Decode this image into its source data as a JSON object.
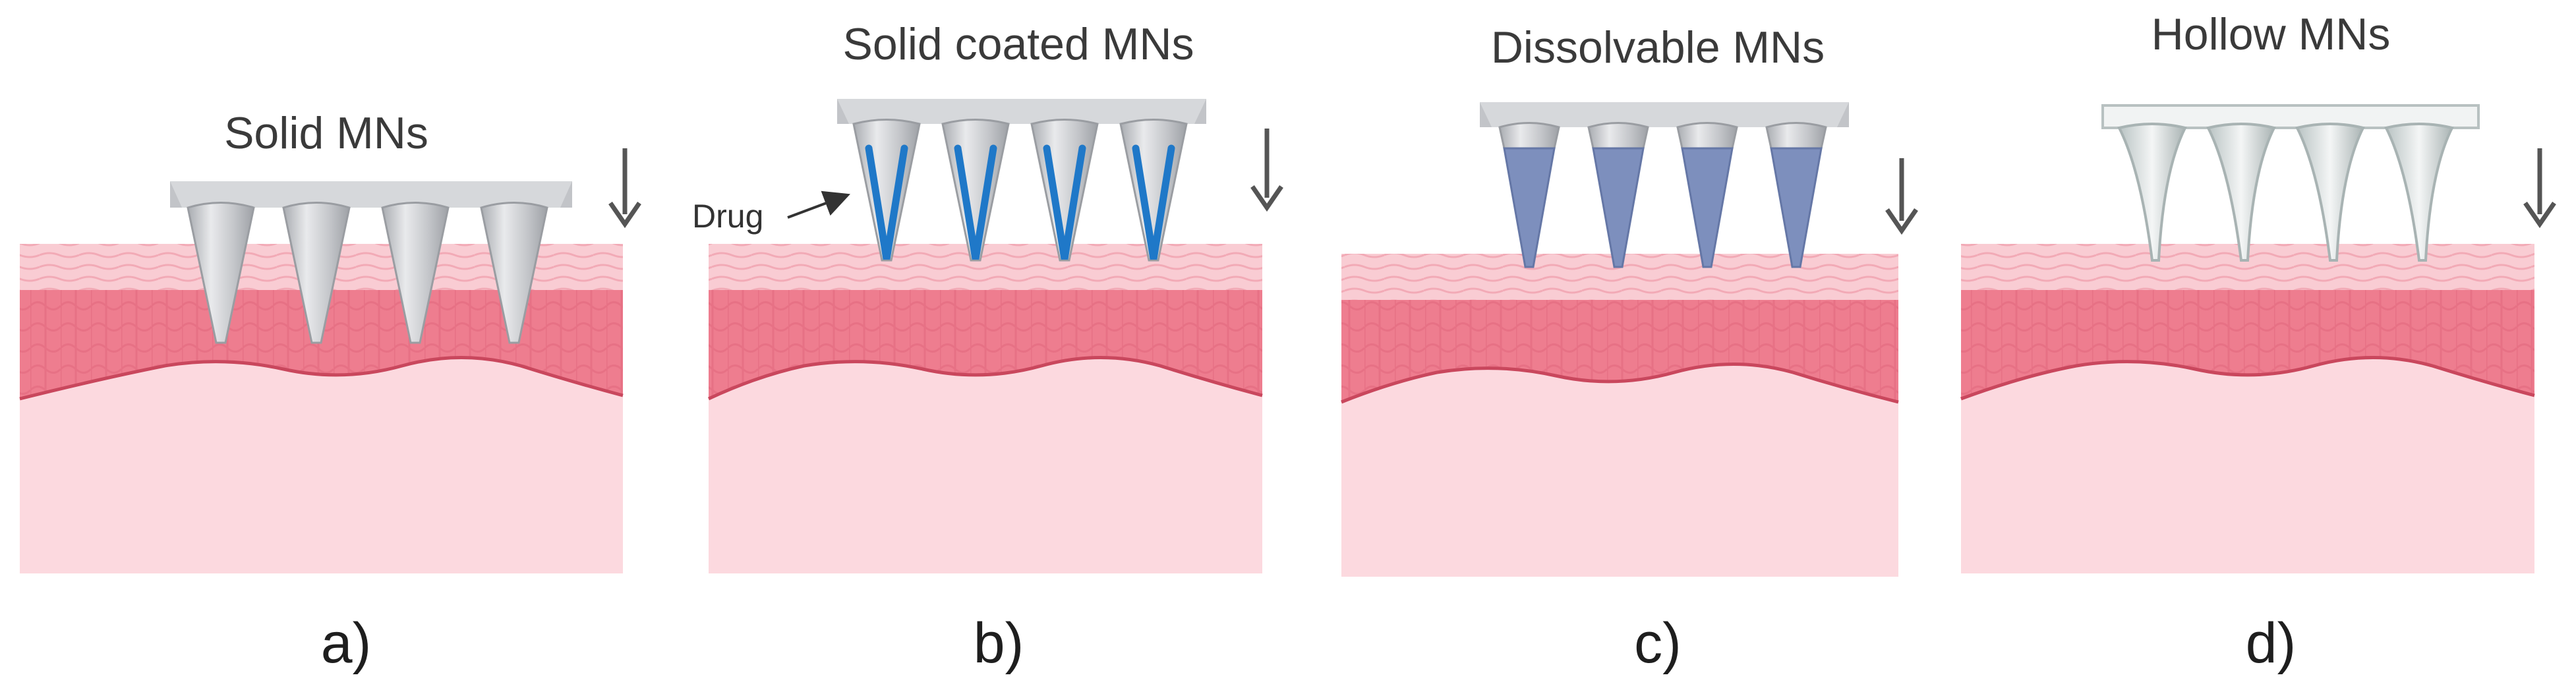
{
  "figure": {
    "panels": [
      {
        "id": "a",
        "title": "Solid MNs",
        "letter": "a)",
        "needle_type": "solid"
      },
      {
        "id": "b",
        "title": "Solid coated MNs",
        "letter": "b)",
        "needle_type": "coated",
        "annotation": "Drug"
      },
      {
        "id": "c",
        "title": "Dissolvable MNs",
        "letter": "c)",
        "needle_type": "dissolvable"
      },
      {
        "id": "d",
        "title": "Hollow MNs",
        "letter": "d)",
        "needle_type": "hollow"
      }
    ],
    "colors": {
      "skin_surface": "#f9ccd3",
      "epidermis": "#ee7d8f",
      "dermis": "#fcd9df",
      "needle_metal": "#c9cbcf",
      "drug_coating": "#1f78c8",
      "dissolvable_polymer": "#7d8fbd"
    }
  }
}
